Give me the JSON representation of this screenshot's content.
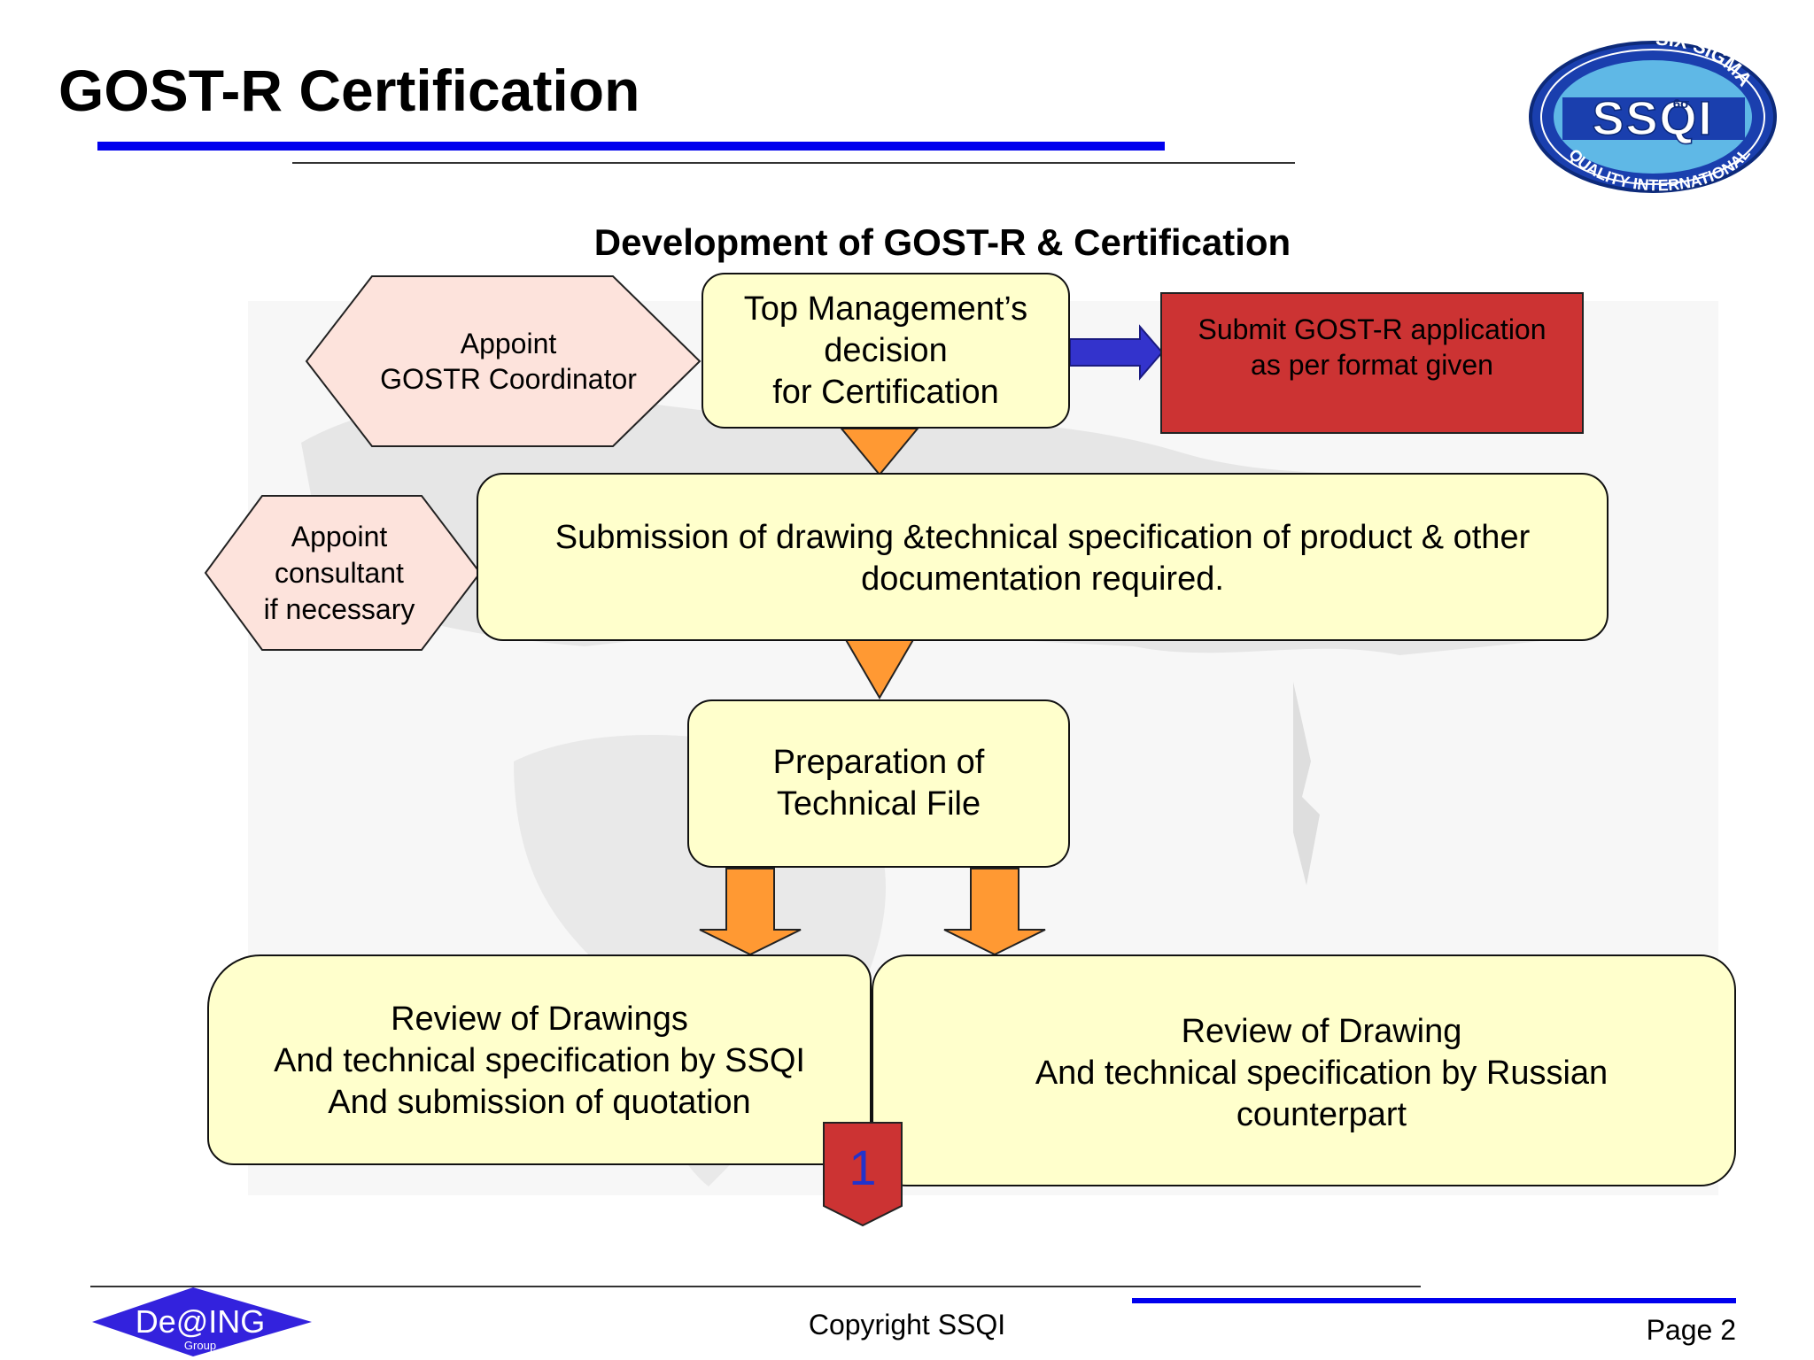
{
  "header": {
    "title": "GOST-R Certification",
    "logo_text": "SSQI",
    "logo_top_text": "SIX SIGMA",
    "logo_bottom_text": "QUALITY INTERNATIONAL",
    "logo_sigma": "6σ"
  },
  "diagram": {
    "title": "Development of GOST-R & Certification",
    "nodes": {
      "appoint_coordinator": "Appoint\nGOSTR Coordinator",
      "top_management": "Top Management’s\ndecision\nfor Certification",
      "submit_application": "Submit GOST-R application\nas per format given",
      "appoint_consultant": "Appoint\nconsultant\nif necessary",
      "submission_drawing": "Submission of drawing &technical specification of product & other\ndocumentation required.",
      "preparation_file": "Preparation of\nTechnical File",
      "review_ssqi": "Review of Drawings\nAnd technical specification by SSQI\nAnd submission of quotation",
      "review_russian": "Review of Drawing\nAnd technical specification by Russian\ncounterpart",
      "step_marker": "1"
    },
    "colors": {
      "yellow_box": "#ffffcc",
      "pink_hexagon": "#fde3dc",
      "red_box": "#cc3333",
      "orange_arrow": "#ff9933",
      "blue_arrow": "#3333cc",
      "rule_blue": "#0000ee"
    }
  },
  "footer": {
    "copyright": "Copyright SSQI",
    "page": "Page 2",
    "logo_text": "De@ING",
    "logo_sub": "Group"
  }
}
